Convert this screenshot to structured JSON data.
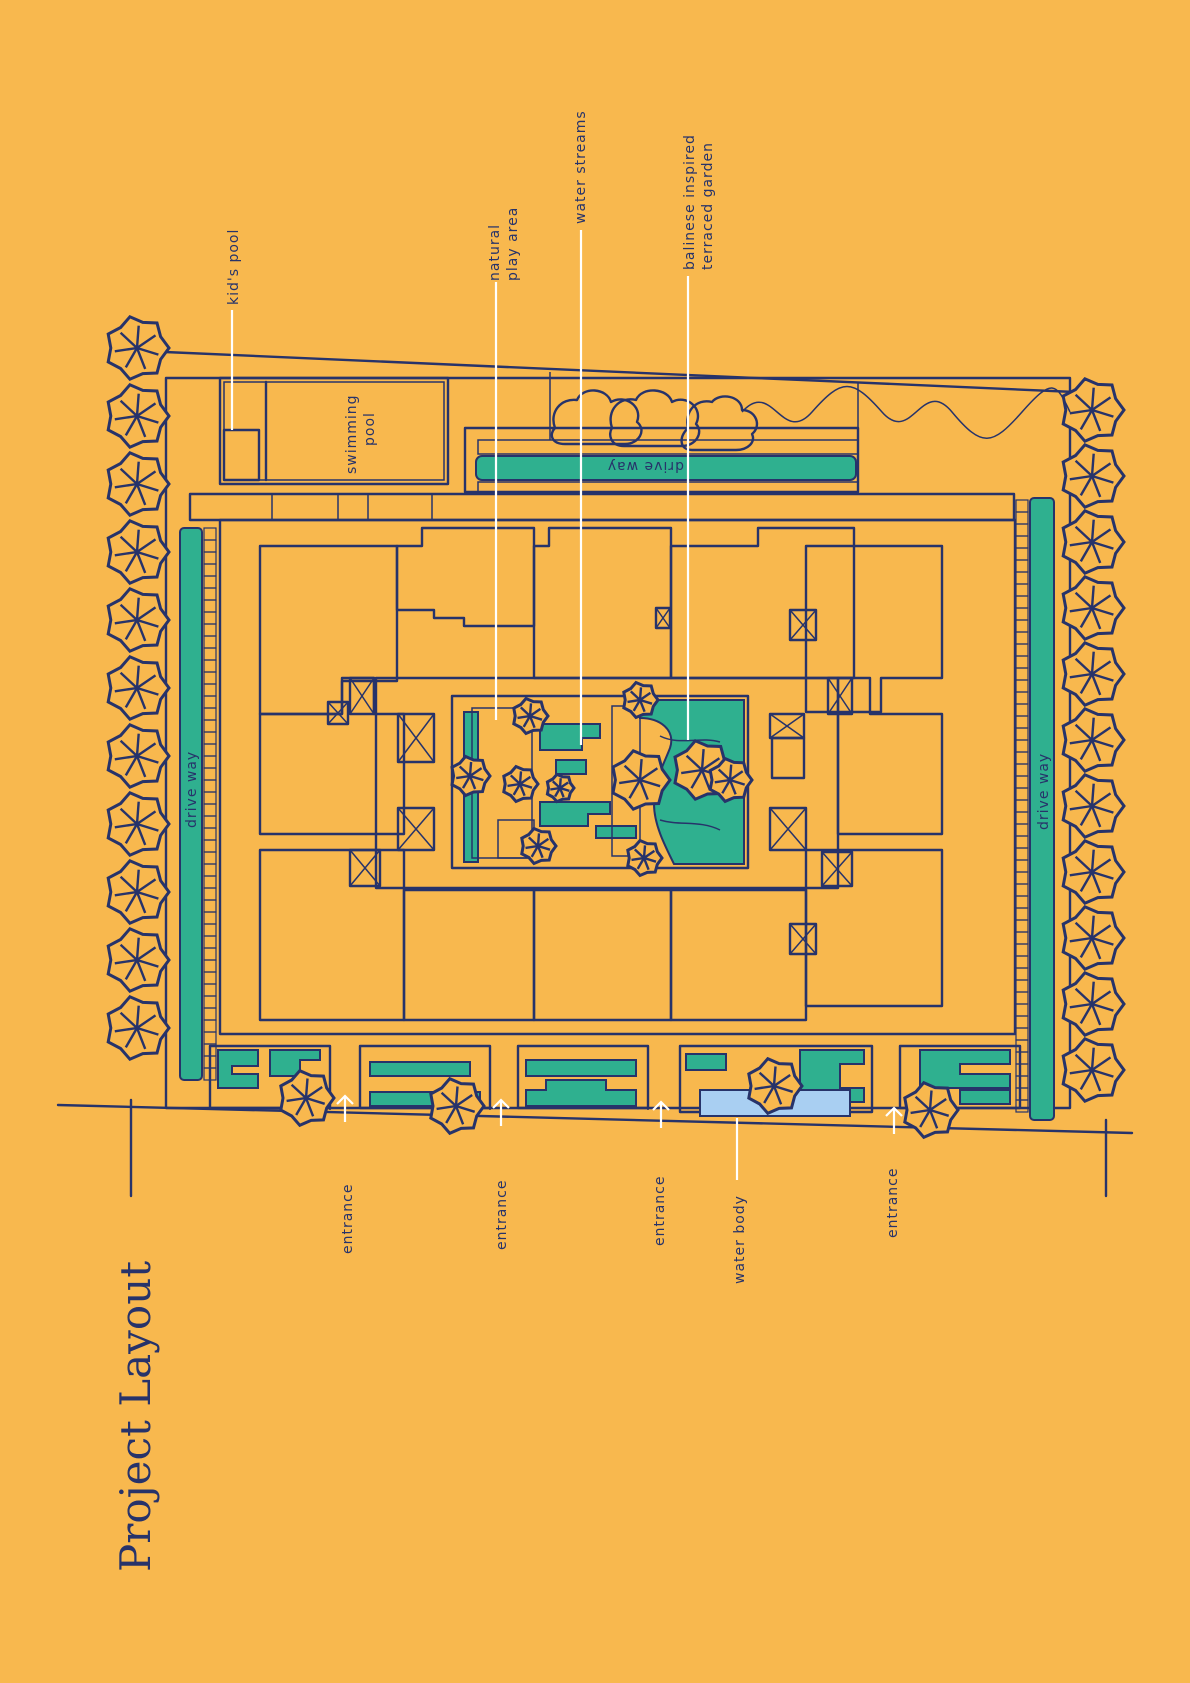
{
  "title": "Project Layout",
  "labels": {
    "kids_pool": "kid's pool",
    "natural_play_area_1": "natural",
    "natural_play_area_2": "play area",
    "water_streams": "water streams",
    "balinese_1": "balinese inspired",
    "balinese_2": "terraced garden",
    "swimming_pool_1": "swimming",
    "swimming_pool_2": "pool",
    "drive_way_top": "drive way",
    "drive_way_left": "drive way",
    "drive_way_right": "drive way",
    "entrance_1": "entrance",
    "entrance_2": "entrance",
    "entrance_3": "entrance",
    "water_body": "water body",
    "entrance_4": "entrance"
  },
  "colors": {
    "background": "#F8B84E",
    "ink": "#27336A",
    "green": "#2FB08F",
    "water": "#A9CFF2",
    "leader": "#FFFFFF"
  }
}
